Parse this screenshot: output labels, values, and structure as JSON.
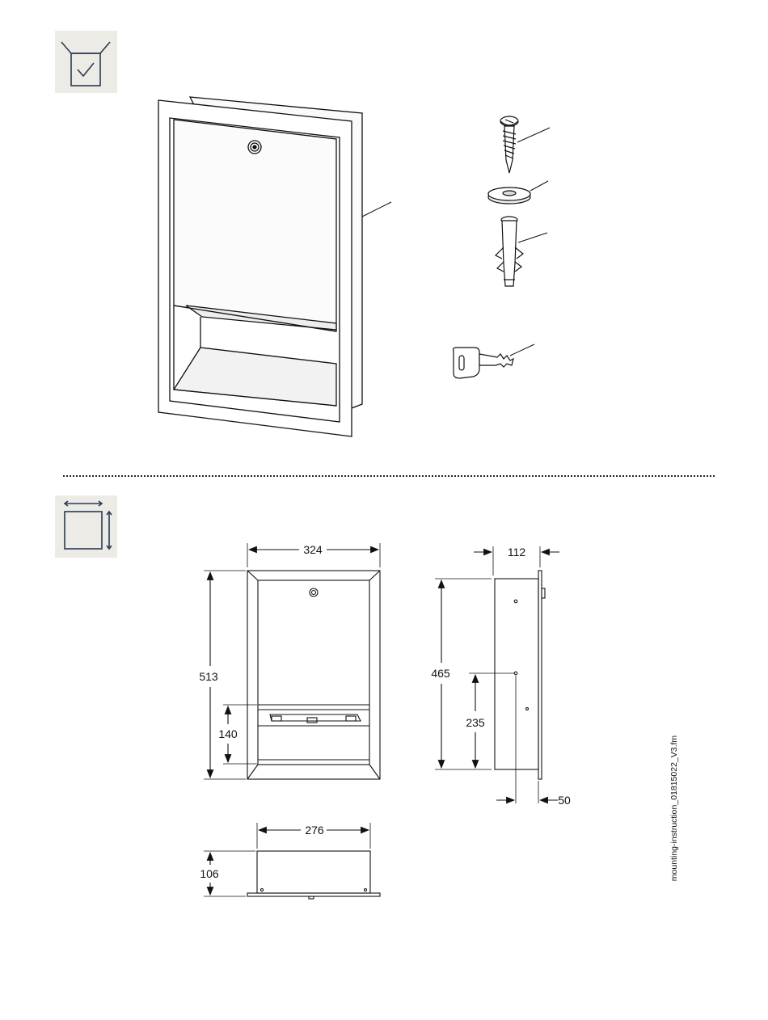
{
  "doc": {
    "side_label": "mounting-instruction_01815022_V3.fm"
  },
  "dimensions": {
    "width_front": "324",
    "height_front": "513",
    "opening_height": "140",
    "depth_side": "112",
    "height_side": "465",
    "hole_height": "235",
    "hole_offset": "50",
    "width_top": "276",
    "depth_top": "106"
  },
  "colors": {
    "icon_bg": "#ecebe5",
    "icon_stroke": "#2a3b56",
    "line": "#111111"
  },
  "icons": {
    "scope": "scope-of-delivery-icon",
    "dimensions": "dimensions-icon"
  }
}
